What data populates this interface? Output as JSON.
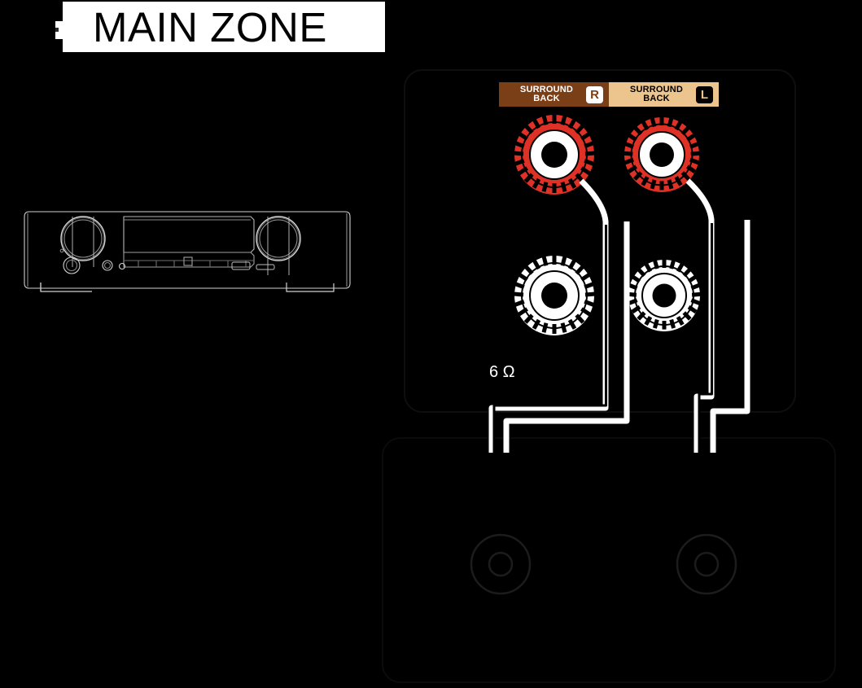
{
  "header": {
    "zone_label": "MAIN ZONE",
    "marker_icon": "page-marker"
  },
  "device": {
    "name": "av-receiver-front-panel",
    "knobs": [
      "volume-knob",
      "input-selector-knob"
    ],
    "display": "front-panel-display"
  },
  "terminal_panel": {
    "name": "speaker-terminal-panel",
    "impedance_text": "6 Ω",
    "groups": [
      {
        "id": "surround-back-right",
        "label_line1": "SURROUND",
        "label_line2": "BACK",
        "channel": "R",
        "label_bg": "#7a3f16",
        "label_fg": "#ffffff",
        "badge_bg": "#ffffff",
        "badge_fg": "#7a3f16",
        "positive_terminal": {
          "name": "positive-terminal-red",
          "color": "#e03127"
        },
        "negative_terminal": {
          "name": "negative-terminal-black",
          "color": "#ffffff"
        }
      },
      {
        "id": "surround-back-left",
        "label_line1": "SURROUND",
        "label_line2": "BACK",
        "channel": "L",
        "label_bg": "#ebc48e",
        "label_fg": "#000000",
        "badge_bg": "#000000",
        "badge_fg": "#ebc48e",
        "positive_terminal": {
          "name": "positive-terminal-red",
          "color": "#e03127"
        },
        "negative_terminal": {
          "name": "negative-terminal-black",
          "color": "#ffffff"
        }
      }
    ],
    "cables": [
      {
        "name": "speaker-cable-sb-right-positive"
      },
      {
        "name": "speaker-cable-sb-right-negative"
      },
      {
        "name": "speaker-cable-sb-left-positive"
      },
      {
        "name": "speaker-cable-sb-left-negative"
      }
    ]
  },
  "speakers": [
    {
      "name": "surround-back-right-speaker"
    },
    {
      "name": "surround-back-left-speaker"
    }
  ],
  "colors": {
    "background": "#000000",
    "banner": "#ffffff",
    "red_terminal": "#e03127",
    "brown_label": "#7a3f16",
    "tan_label": "#ebc48e",
    "cable": "#ffffff",
    "faint_outline": "#0c0c0c"
  }
}
